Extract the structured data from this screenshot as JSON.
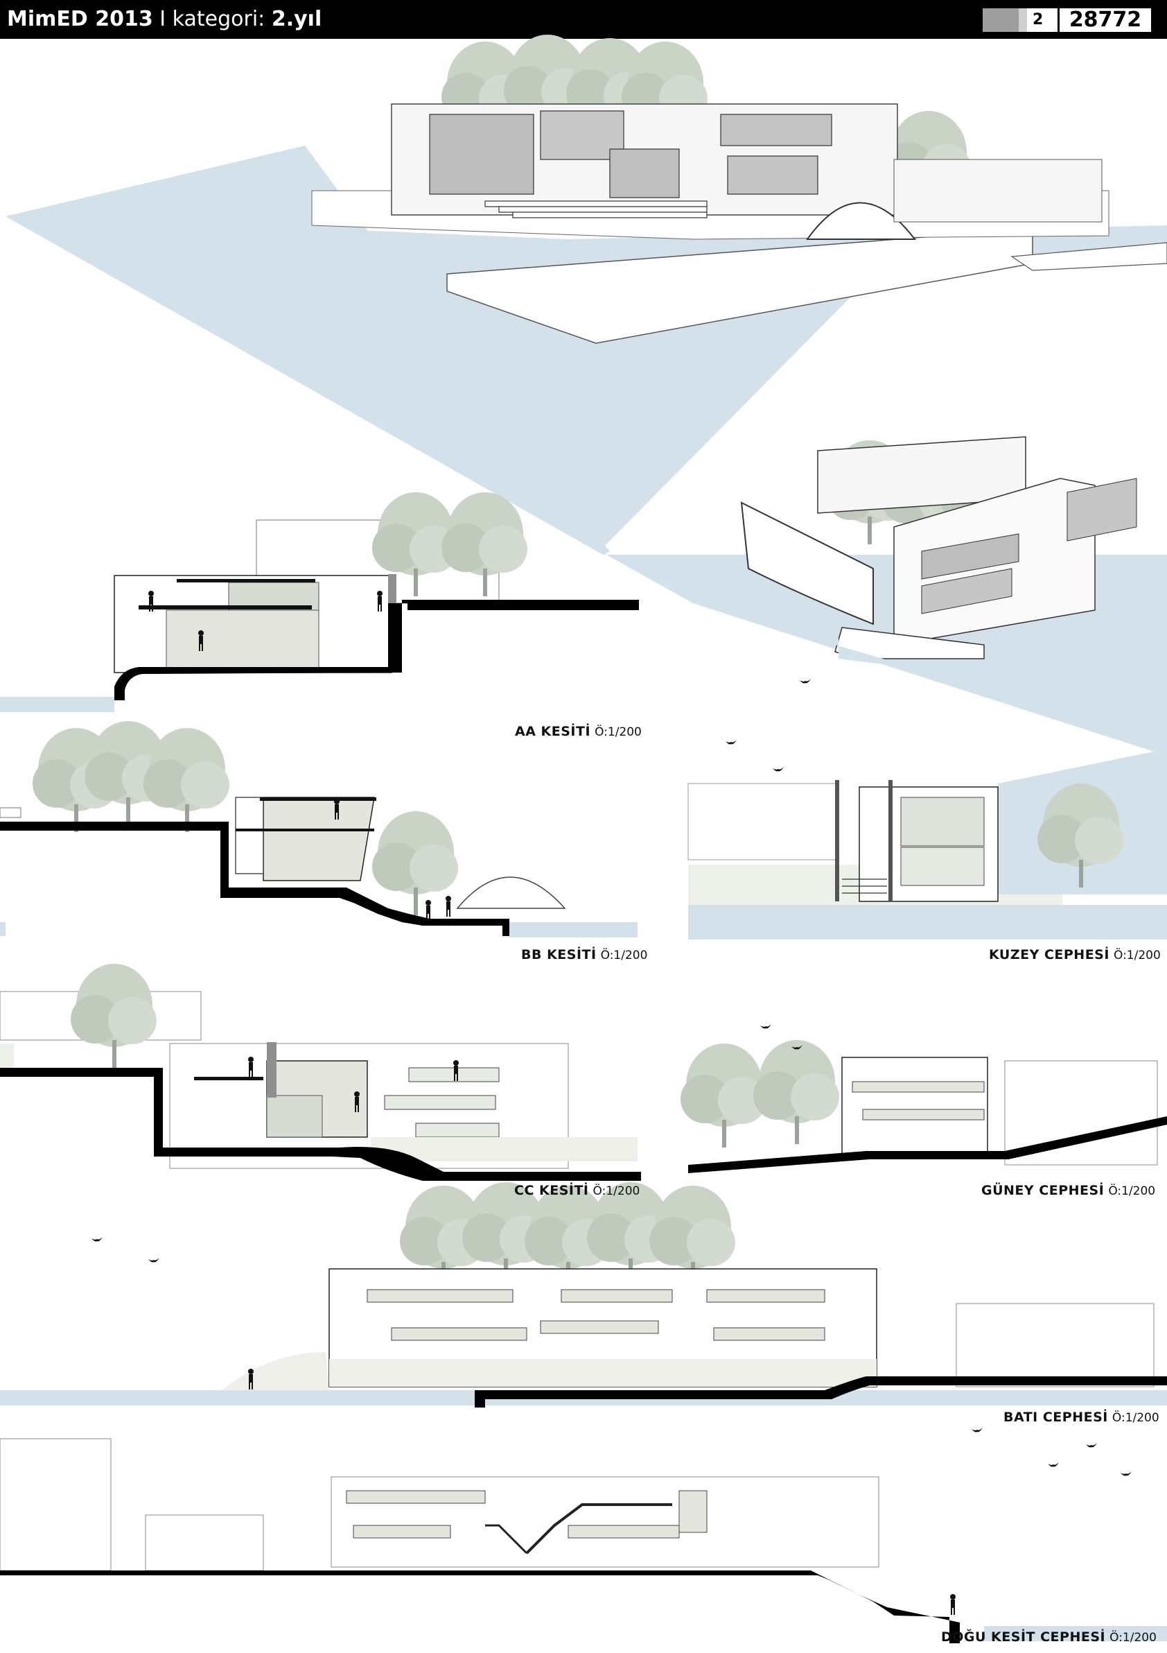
{
  "header": {
    "brand": "MimED 2013",
    "separator": " I ",
    "category_label": "kategori: ",
    "category_value": "2.yıl",
    "sheet_number": "2",
    "entry_code": "28772"
  },
  "drawings": {
    "aa": {
      "name": "AA KESİTİ",
      "scale": "Ö:1/200"
    },
    "bb": {
      "name": "BB KESİTİ",
      "scale": "Ö:1/200"
    },
    "cc": {
      "name": "CC KESİTİ",
      "scale": "Ö:1/200"
    },
    "kuzey": {
      "name": "KUZEY CEPHESİ",
      "scale": "Ö:1/200"
    },
    "guney": {
      "name": "GÜNEY CEPHESİ",
      "scale": "Ö:1/200"
    },
    "bati": {
      "name": "BATI CEPHESİ",
      "scale": "Ö:1/200"
    },
    "dogu": {
      "name": "DOĞU KESİT CEPHESİ",
      "scale": "Ö:1/200"
    }
  },
  "colors": {
    "water": "#d3e2ea",
    "tree": "#c9d3c6",
    "ground": "#000000",
    "glass": "#cfd6cf",
    "wall": "#9a9a9a"
  }
}
